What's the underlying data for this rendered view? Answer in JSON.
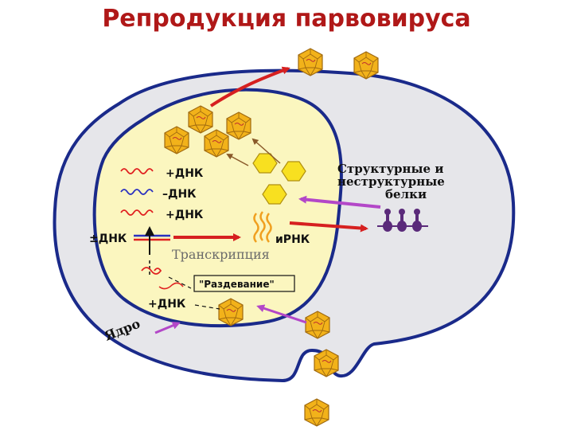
{
  "title": "Репродукция парвовируса",
  "labels": {
    "dna_plus_1": "+ДНК",
    "dna_minus": "–ДНК",
    "dna_plus_2": "+ДНК",
    "dna_pm": "±ДНК",
    "mrna": "иРНК",
    "transcription": "Транскрипция",
    "uncoating": "\"Раздевание\"",
    "dna_plus_entry": "+ДНК",
    "nucleus": "Ядро",
    "proteins_line1": "Структурные и",
    "proteins_line2": "неструктурные",
    "proteins_line3": "белки"
  },
  "colors": {
    "title": "#b01818",
    "cell_membrane": "#1a2a8a",
    "cytoplasm": "#e6e6ea",
    "nucleus": "#fbf6bf",
    "capsid": "#f2b21a",
    "red_arrow": "#d62020",
    "purple_arrow": "#b347c8",
    "plus_strand": "#e02020",
    "minus_strand": "#2a30c0",
    "mrna": "#f0a020",
    "protein": "#5a2a7a"
  },
  "icons": [
    "virus-capsid-icon",
    "hexagon-protein-icon",
    "ribosome-icon",
    "dna-strand-icon",
    "mrna-icon"
  ]
}
